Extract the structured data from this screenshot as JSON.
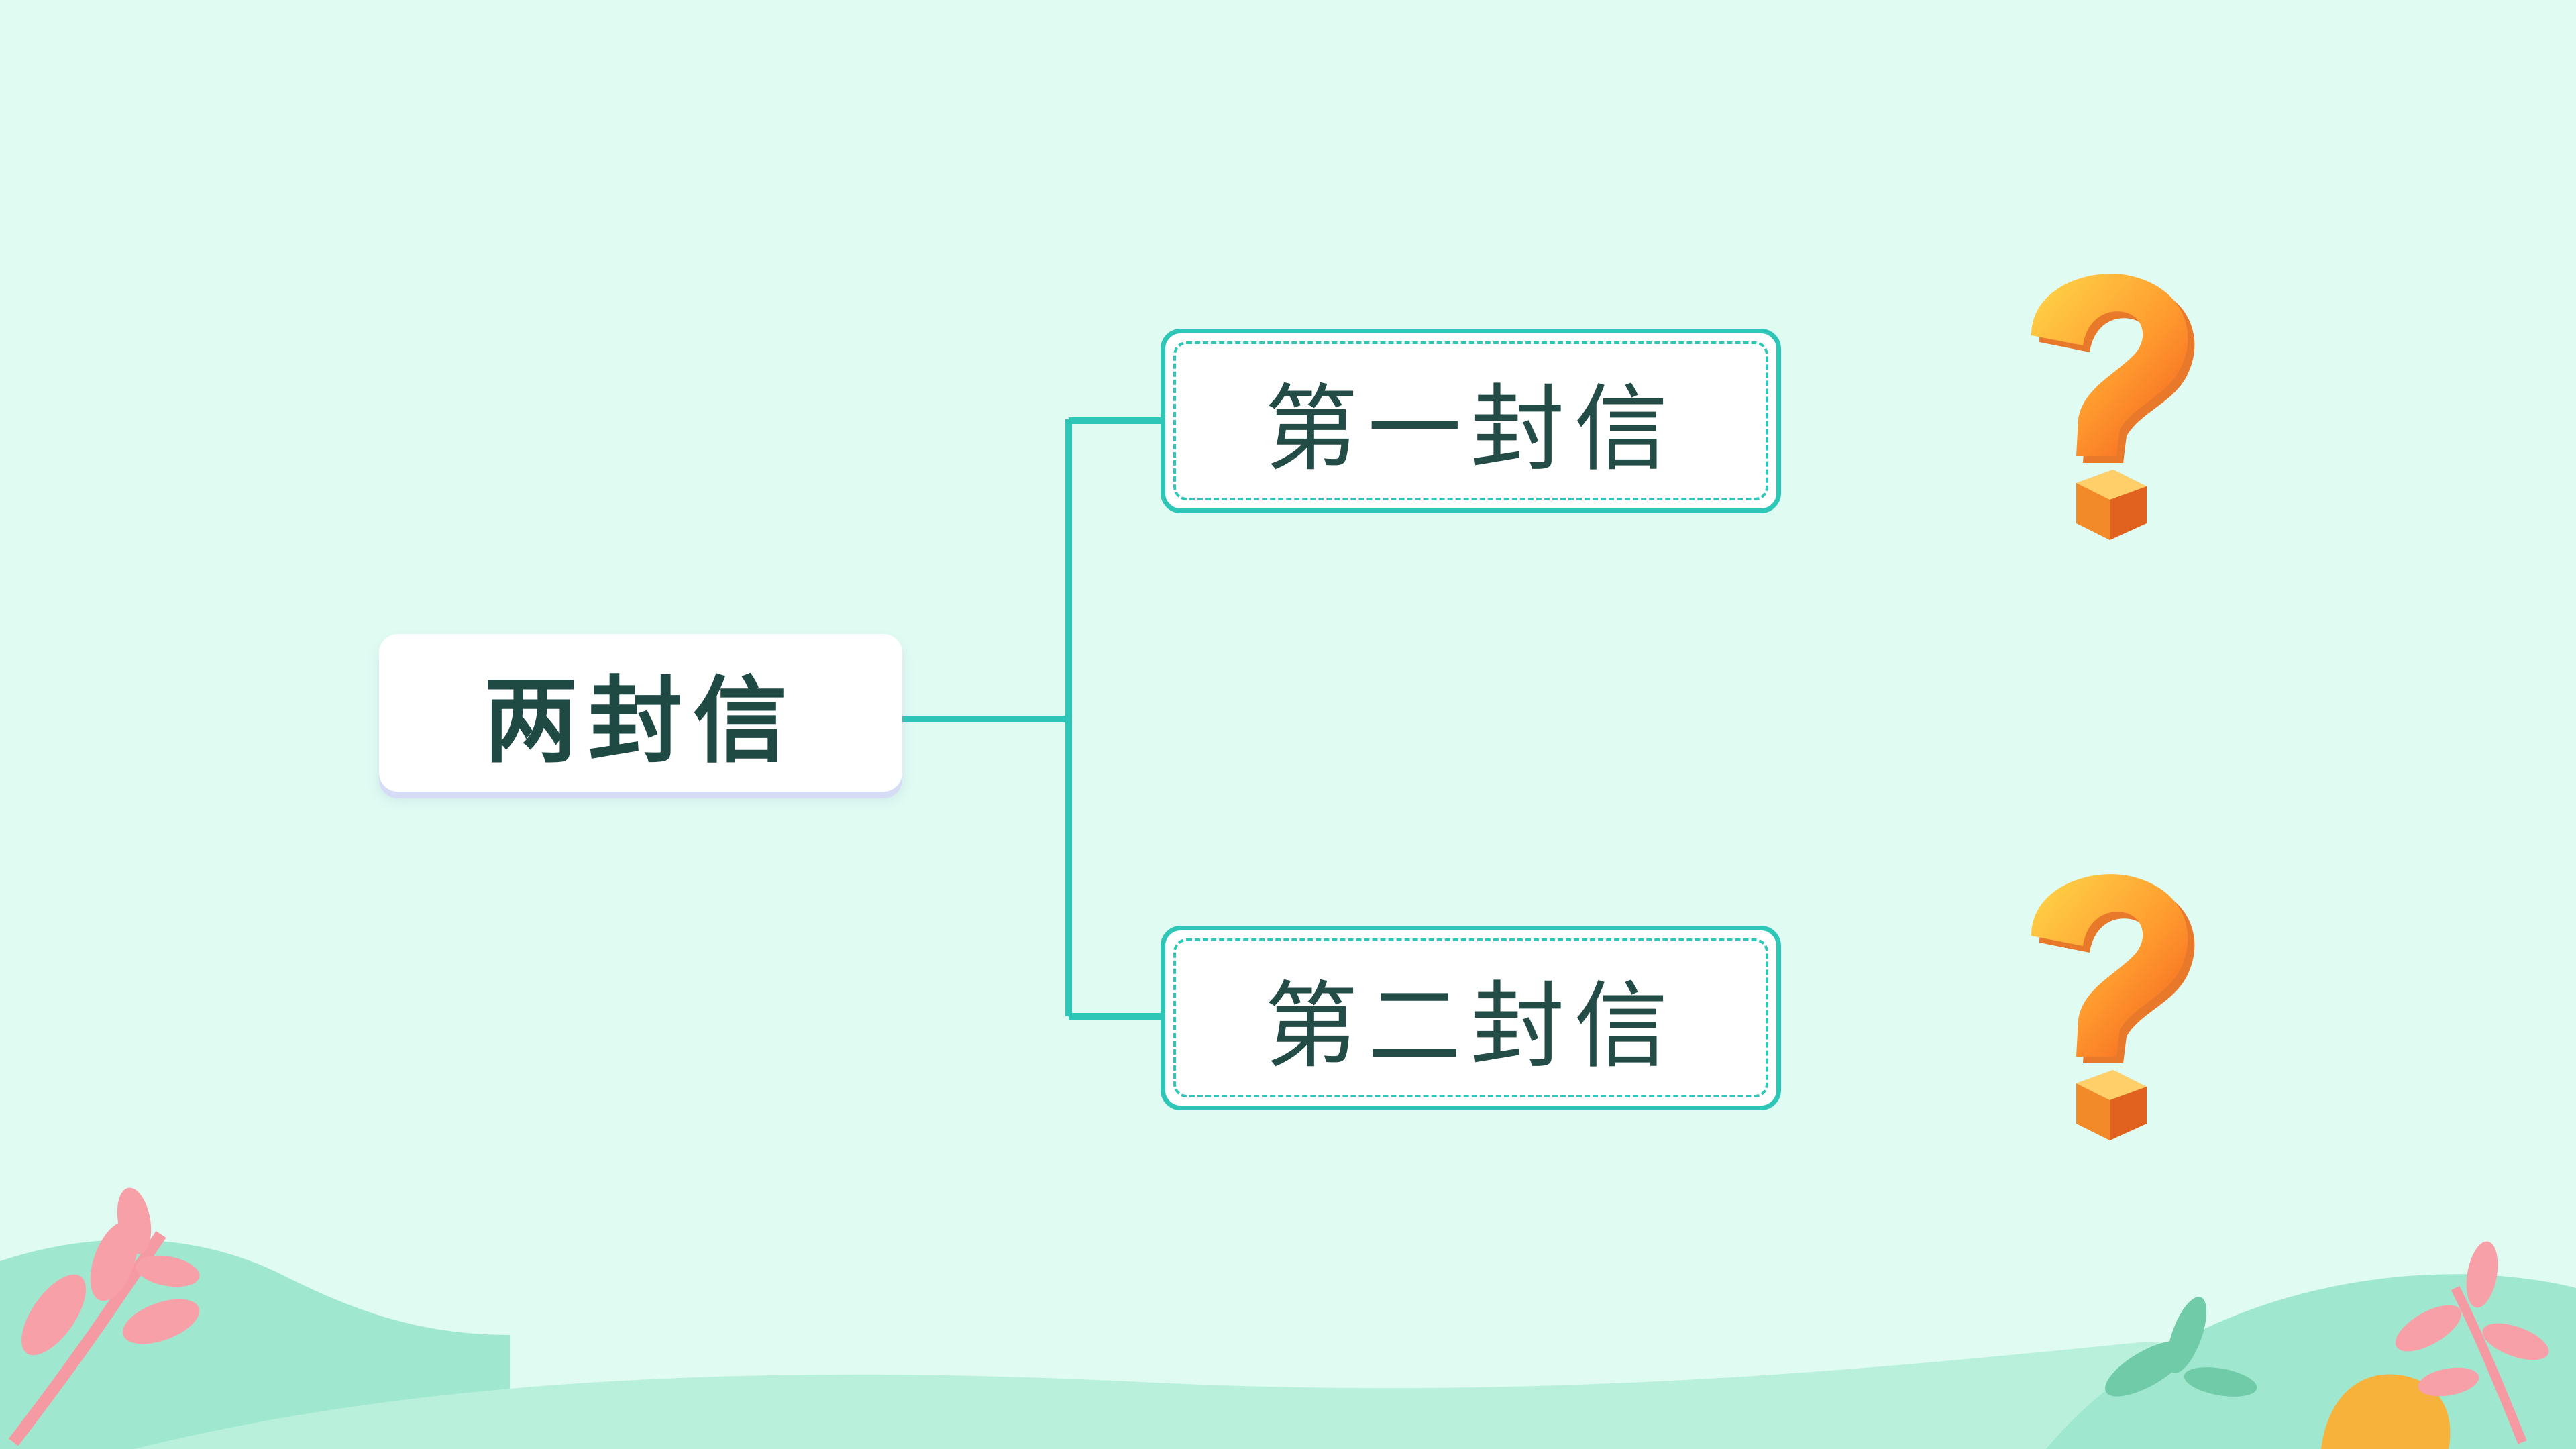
{
  "diagram": {
    "root": {
      "label": "两封信"
    },
    "branches": [
      {
        "label": "第一封信",
        "icon": "question-mark-icon"
      },
      {
        "label": "第二封信",
        "icon": "question-mark-icon"
      }
    ]
  },
  "colors": {
    "background": "#e0fbf2",
    "connector": "#2ec6b7",
    "text": "#234c46",
    "question_mark": "#ff9a2e"
  }
}
